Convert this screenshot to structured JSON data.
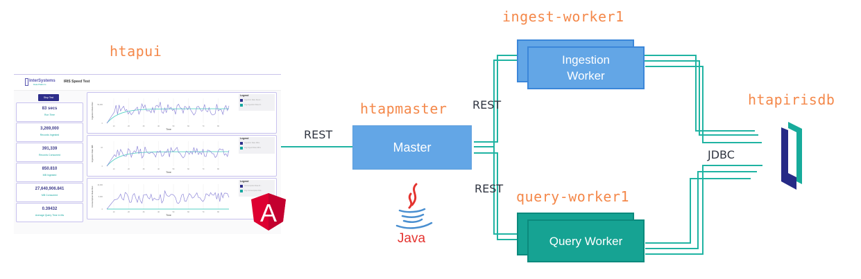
{
  "labels": {
    "htapui": "htapui",
    "htapmaster": "htapmaster",
    "ingest_worker": "ingest-worker1",
    "query_worker": "query-worker1",
    "htapirisdb": "htapirisdb"
  },
  "connections": {
    "ui_to_master": "REST",
    "master_to_ingest": "REST",
    "master_to_query": "REST",
    "workers_to_db": "JDBC"
  },
  "boxes": {
    "master": "Master",
    "ingestion_worker": "Ingestion Worker",
    "query_worker": "Query Worker"
  },
  "logos": {
    "angular": "A",
    "java": "Java"
  },
  "colors": {
    "label_orange": "#f4884a",
    "line_teal": "#1fb3a2",
    "master_blue": "#63a6e6",
    "query_teal": "#16a393",
    "iris_navy": "#262a86",
    "angular_red": "#dd0031",
    "java_red": "#e4332f",
    "java_blue": "#4a8fd0"
  },
  "dashboard": {
    "brand": "InterSystems",
    "brand_sub": "Data Platform",
    "title": "IRIS Speed Test",
    "stop_button": "Stop Test",
    "stats": [
      {
        "value": "83 secs",
        "label": "Run Time"
      },
      {
        "value": "3,269,000",
        "label": "Records Ingested"
      },
      {
        "value": "391,339",
        "label": "Records Consumed"
      },
      {
        "value": "850.810",
        "label": "MB Ingested"
      },
      {
        "value": "27,640,906.841",
        "label": "MB Consumed"
      },
      {
        "value": "0.39432",
        "label": "Average Query Time in Ms"
      }
    ],
    "charts": [
      {
        "ylabel": "Ingestion Rate Rec",
        "xlabel": "Time",
        "ytick": "50,000",
        "ytick0": "0",
        "legend_title": "Legend",
        "legend": [
          "Ingestion Rate Recor...",
          "Avg Ingestion Rate R..."
        ]
      },
      {
        "ylabel": "Ingestion Rate MB",
        "xlabel": "Time",
        "ytick": "10",
        "ytick0": "0",
        "legend_title": "Legend",
        "legend": [
          "Ingestion Rate Mb/s",
          "Avg Ingest Rate Mb/s"
        ]
      },
      {
        "ylabel": "Consumption Rate Rec",
        "xlabel": "Time",
        "ytick": "10,000",
        "ytick_mid": "5,000",
        "ytick0": "0",
        "legend_title": "Legend",
        "legend": [
          "Consumption Rate R...",
          "Avg Consumption Rat..."
        ]
      }
    ],
    "xticks": [
      "10",
      "20",
      "30",
      "40",
      "50",
      "60",
      "70",
      "80"
    ]
  }
}
